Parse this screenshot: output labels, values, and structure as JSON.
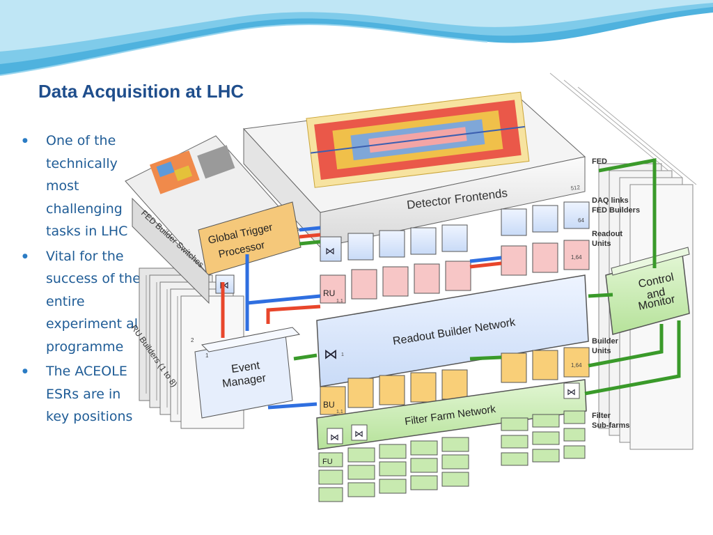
{
  "slide": {
    "title": "Data Acquisition at LHC",
    "bullets": [
      "One of the technically most challenging tasks in LHC",
      "Vital for the success of the entire experiment al programme",
      "The ACEOLE ESRs are in key positions"
    ]
  },
  "diagram": {
    "detector_frontends": "Detector Frontends",
    "global_trigger_line1": "Global Trigger",
    "global_trigger_line2": "Processor",
    "fed_builder_switches": "FED Builder Switches",
    "ru_builders": "RU Builders (1 to 8)",
    "event_manager_line1": "Event",
    "event_manager_line2": "Manager",
    "readout_builder_network": "Readout Builder Network",
    "filter_farm_network": "Filter Farm Network",
    "control_line1": "Control",
    "control_line2": "and",
    "control_line3": "Monitor",
    "side_labels": {
      "fed": "FED",
      "daq_links": "DAQ links",
      "fed_builders": "FED Builders",
      "readout_1": "Readout",
      "readout_2": "Units",
      "builder_1": "Builder",
      "builder_2": "Units",
      "filter_1": "Filter",
      "filter_2": "Sub-farms"
    },
    "small_labels": {
      "n512": "512",
      "n64": "64",
      "ru": "RU",
      "ru11": "1,1",
      "r164": "1,64",
      "bu": "BU",
      "bu11": "1,1",
      "b164": "1,64",
      "fu": "FU",
      "one_a": "1",
      "one_b": "1",
      "one_c": "1",
      "two": "2"
    }
  },
  "colors": {
    "title": "#1f4e8c",
    "bullet_text": "#1f5c96",
    "network_blue": "#d9e6fb",
    "trigger_orange": "#f5c87a",
    "ru_pink": "#f7c6c6",
    "bu_orange": "#f9cf78",
    "filter_green": "#c8eab0",
    "link_red": "#e8462b",
    "link_blue": "#2f6fe0",
    "link_green": "#3a9a2a"
  }
}
